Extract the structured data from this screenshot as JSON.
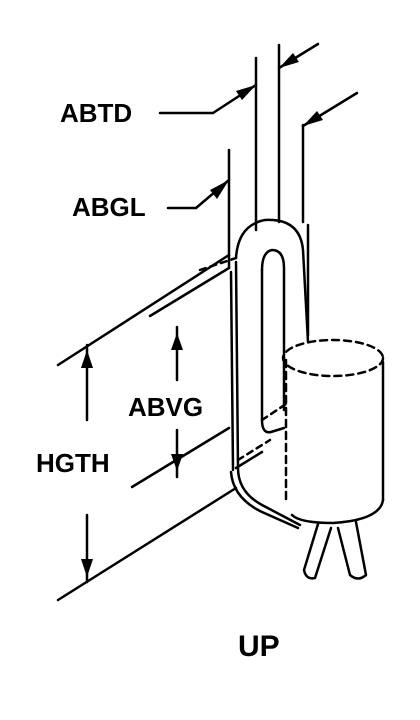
{
  "labels": {
    "abtd": "ABTD",
    "abgl": "ABGL",
    "abvg": "ABVG",
    "hgth": "HGTH",
    "up": "UP"
  },
  "colors": {
    "ink": "#000000",
    "paper": "#ffffff"
  }
}
